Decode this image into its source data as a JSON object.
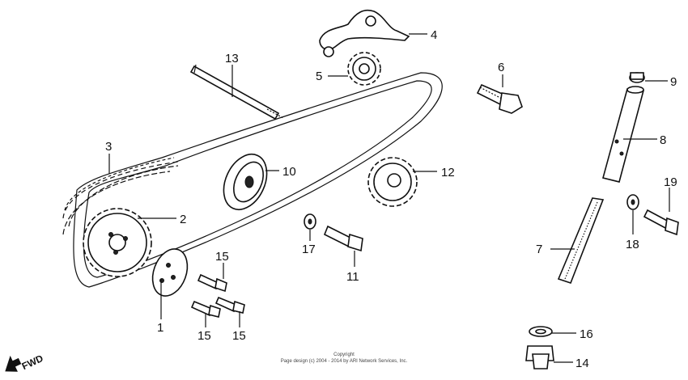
{
  "diagram": {
    "title": "",
    "callouts": [
      {
        "id": "c1",
        "label": "1"
      },
      {
        "id": "c2",
        "label": "2"
      },
      {
        "id": "c3",
        "label": "3"
      },
      {
        "id": "c4",
        "label": "4"
      },
      {
        "id": "c5",
        "label": "5"
      },
      {
        "id": "c6",
        "label": "6"
      },
      {
        "id": "c7",
        "label": "7"
      },
      {
        "id": "c8",
        "label": "8"
      },
      {
        "id": "c9",
        "label": "9"
      },
      {
        "id": "c10",
        "label": "10"
      },
      {
        "id": "c11",
        "label": "11"
      },
      {
        "id": "c12",
        "label": "12"
      },
      {
        "id": "c13",
        "label": "13"
      },
      {
        "id": "c14",
        "label": "14"
      },
      {
        "id": "c15a",
        "label": "15"
      },
      {
        "id": "c15b",
        "label": "15"
      },
      {
        "id": "c15c",
        "label": "15"
      },
      {
        "id": "c16",
        "label": "16"
      },
      {
        "id": "c17",
        "label": "17"
      },
      {
        "id": "c18",
        "label": "18"
      },
      {
        "id": "c19",
        "label": "19"
      }
    ],
    "direction_label": "FWD",
    "copyright_line1": "Copyright",
    "copyright_line2": "Page design (c) 2004 - 2014 by ARI Network Services, Inc."
  },
  "colors": {
    "ink": "#111111",
    "paper": "#ffffff"
  }
}
